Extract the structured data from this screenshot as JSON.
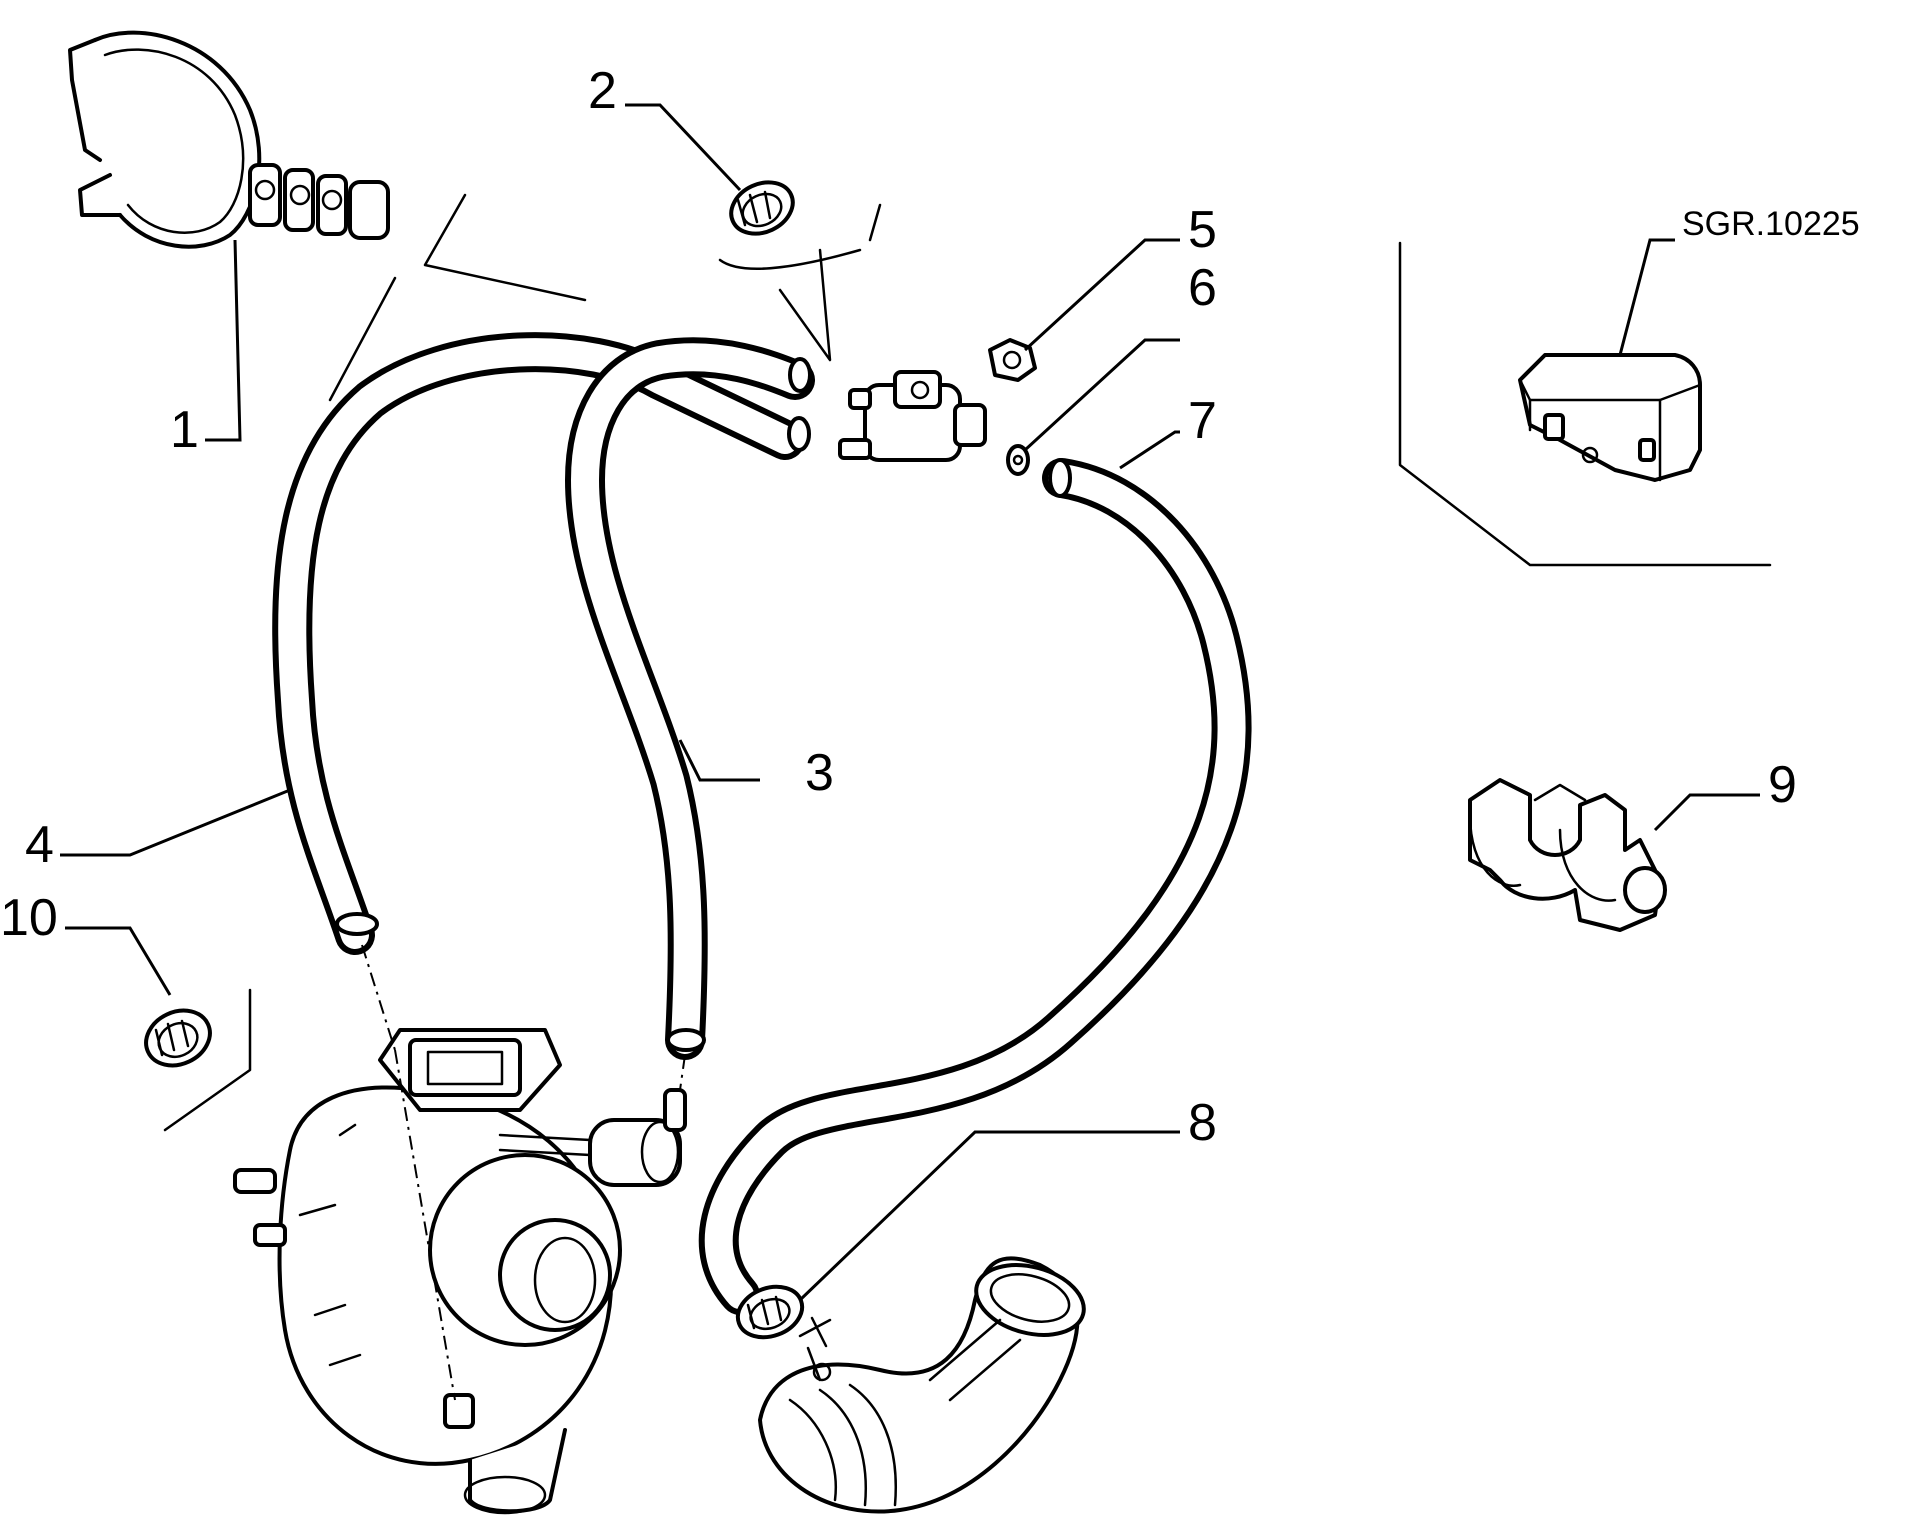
{
  "callouts": [
    {
      "id": "callout-1",
      "text": "1"
    },
    {
      "id": "callout-2",
      "text": "2"
    },
    {
      "id": "callout-3",
      "text": "3"
    },
    {
      "id": "callout-4",
      "text": "4"
    },
    {
      "id": "callout-5",
      "text": "5"
    },
    {
      "id": "callout-6",
      "text": "6"
    },
    {
      "id": "callout-7",
      "text": "7"
    },
    {
      "id": "callout-8",
      "text": "8"
    },
    {
      "id": "callout-9",
      "text": "9"
    },
    {
      "id": "callout-10",
      "text": "10"
    }
  ],
  "drawing_code": "SGR.10225"
}
